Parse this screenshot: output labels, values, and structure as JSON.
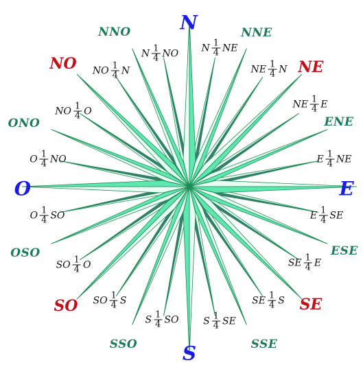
{
  "cardinal_points": [
    {
      "id": "n",
      "label": "N"
    },
    {
      "id": "e",
      "label": "E"
    },
    {
      "id": "s",
      "label": "S"
    },
    {
      "id": "o",
      "label": "O"
    }
  ],
  "intercardinal_points": [
    {
      "id": "ne",
      "label": "NE"
    },
    {
      "id": "se",
      "label": "SE"
    },
    {
      "id": "so",
      "label": "SO"
    },
    {
      "id": "no",
      "label": "NO"
    }
  ],
  "third_points": [
    {
      "id": "nne",
      "label": "NNE"
    },
    {
      "id": "ene",
      "label": "ENE"
    },
    {
      "id": "ese",
      "label": "ESE"
    },
    {
      "id": "sse",
      "label": "SSE"
    },
    {
      "id": "sso",
      "label": "SSO"
    },
    {
      "id": "oso",
      "label": "OSO"
    },
    {
      "id": "ono",
      "label": "ONO"
    },
    {
      "id": "nno",
      "label": "NNO"
    }
  ],
  "quarter_fraction": {
    "numerator": "1",
    "denominator": "4"
  },
  "quarter_points": [
    {
      "id": "n-q-ne",
      "before": "N",
      "after": "NE"
    },
    {
      "id": "ne-q-n",
      "before": "NE",
      "after": "N"
    },
    {
      "id": "ne-q-e",
      "before": "NE",
      "after": "E"
    },
    {
      "id": "e-q-ne",
      "before": "E",
      "after": "NE"
    },
    {
      "id": "e-q-se",
      "before": "E",
      "after": "SE"
    },
    {
      "id": "se-q-e",
      "before": "SE",
      "after": "E"
    },
    {
      "id": "se-q-s",
      "before": "SE",
      "after": "S"
    },
    {
      "id": "s-q-se",
      "before": "S",
      "after": "SE"
    },
    {
      "id": "s-q-so",
      "before": "S",
      "after": "SO"
    },
    {
      "id": "so-q-s",
      "before": "SO",
      "after": "S"
    },
    {
      "id": "so-q-o",
      "before": "SO",
      "after": "O"
    },
    {
      "id": "o-q-so",
      "before": "O",
      "after": "SO"
    },
    {
      "id": "o-q-no",
      "before": "O",
      "after": "NO"
    },
    {
      "id": "no-q-o",
      "before": "NO",
      "after": "O"
    },
    {
      "id": "no-q-n",
      "before": "NO",
      "after": "N"
    },
    {
      "id": "n-q-no",
      "before": "N",
      "after": "NO"
    }
  ],
  "colors": {
    "cardinal_text": "#1a1ae6",
    "intercardinal_text": "#c0111a",
    "third_text": "#1f7a5c",
    "ray_fill_light": "#e8fff4",
    "ray_fill_main": "#5ee8b0",
    "ray_fill_dark": "#3b7a72",
    "ray_stroke": "#1e8c55"
  }
}
